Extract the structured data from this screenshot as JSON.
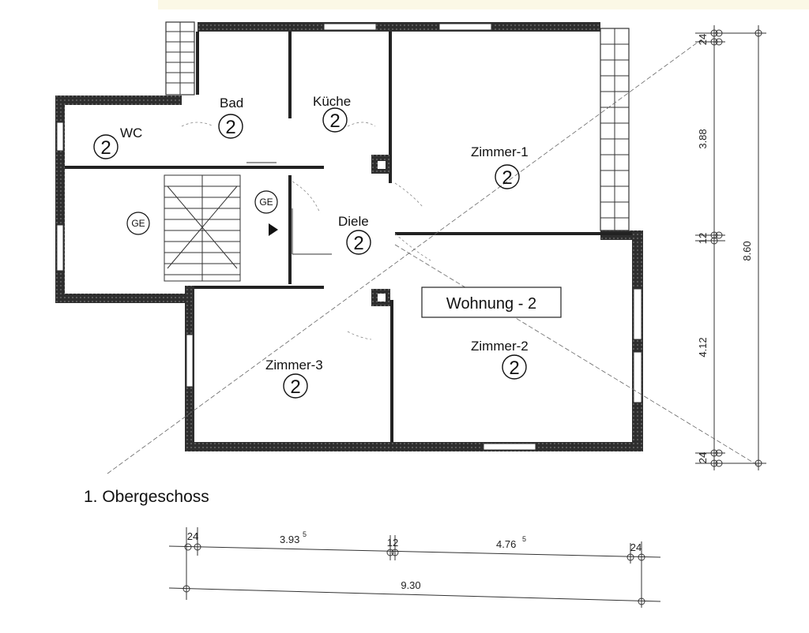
{
  "floor_title": "1. Obergeschoss",
  "unit_label": "Wohnung - 2",
  "room_number": "2",
  "ge_label": "GE",
  "rooms": {
    "wc": "WC",
    "bad": "Bad",
    "kueche": "Küche",
    "zimmer1": "Zimmer-1",
    "diele": "Diele",
    "zimmer2": "Zimmer-2",
    "zimmer3": "Zimmer-3"
  },
  "dimensions": {
    "bottom_row1": {
      "left_wall": "24",
      "left_span": "3.93",
      "left_span_sup": "5",
      "mid_wall": "12",
      "right_span": "4.76",
      "right_span_sup": "5",
      "right_wall": "24"
    },
    "bottom_total": "9.30",
    "right_col": {
      "top_wall": "24",
      "upper_span": "3.88",
      "mid_wall": "12",
      "lower_span": "4.12",
      "bottom_wall": "24"
    },
    "right_total": "8.60"
  },
  "colors": {
    "wall": "#3a3a3a",
    "paper": "#ffffff",
    "line": "#222222"
  }
}
